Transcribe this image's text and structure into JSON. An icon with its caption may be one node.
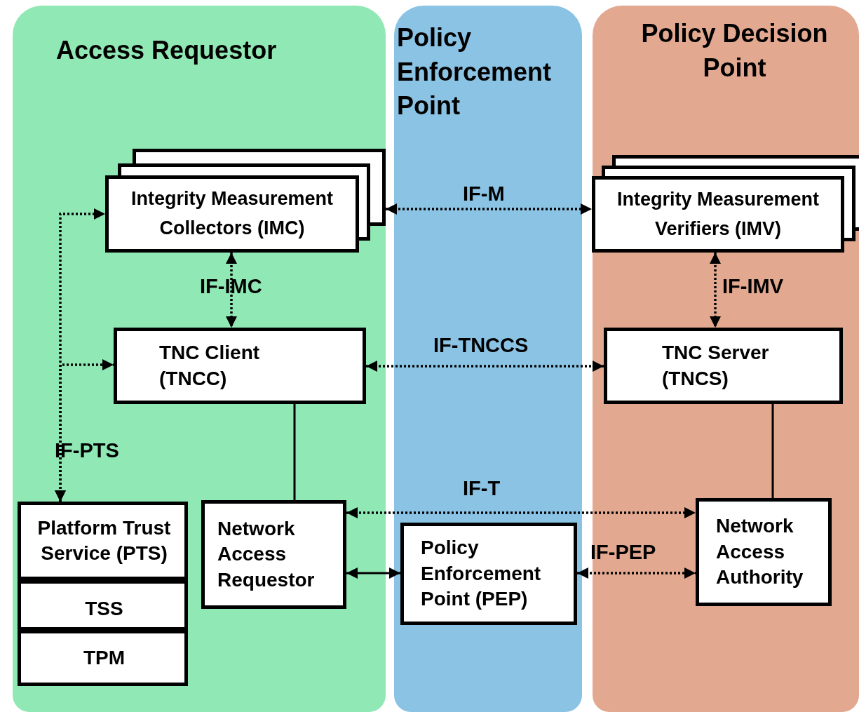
{
  "diagram": {
    "nodes": [
      {
        "text": [
          "Access Requestor"
        ]
      },
      {
        "text": [
          "Policy Enforcement Point"
        ]
      },
      {
        "text": [
          "Policy Decision Point"
        ]
      },
      {
        "text": [
          "Integrity Measurement Collectors (IMC)"
        ],
        "in": 0
      },
      {
        "text": [
          "TNC Client (TNCC)"
        ],
        "in": 0
      },
      {
        "text": [
          "Platform Trust Service (PTS)"
        ],
        "in": 0
      },
      {
        "text": [
          "TSS"
        ],
        "in": 0
      },
      {
        "text": [
          "TPM"
        ],
        "in": 0
      },
      {
        "text": [
          "Network Access Requestor"
        ],
        "in": 0
      },
      {
        "text": [
          "Policy Enforcement Point (PEP)"
        ],
        "in": 1
      },
      {
        "text": [
          "Integrity Measurement Verifiers (IMV)"
        ],
        "in": 2
      },
      {
        "text": [
          "TNC  Server (TNCS)"
        ],
        "in": 2
      },
      {
        "text": [
          "Network Access Authority"
        ],
        "in": 2
      }
    ],
    "edges": [
      {
        "from": 3,
        "to": 10,
        "arrow": "both",
        "label": "IF-M",
        "style": "dashed"
      },
      {
        "from": 3,
        "to": 4,
        "arrow": "both",
        "label": "IF-IMC",
        "style": "dashed"
      },
      {
        "from": 10,
        "to": 11,
        "arrow": "both",
        "label": "IF-IMV",
        "style": "dashed"
      },
      {
        "from": 4,
        "to": 11,
        "arrow": "both",
        "label": "IF-TNCCS",
        "style": "dashed"
      },
      {
        "from": 5,
        "to": 3,
        "arrow": "both",
        "label": "IF-PTS",
        "style": "dashed"
      },
      {
        "from": 5,
        "to": 4,
        "arrow": "both",
        "style": "dashed"
      },
      {
        "from": 4,
        "to": 8,
        "arrow": "none"
      },
      {
        "from": 11,
        "to": 12,
        "arrow": "none"
      },
      {
        "from": 8,
        "to": 12,
        "arrow": "both",
        "label": "IF-T",
        "style": "dashed"
      },
      {
        "from": 8,
        "to": 9,
        "arrow": "both"
      },
      {
        "from": 9,
        "to": 12,
        "arrow": "both",
        "label": "IF-PEP",
        "style": "dashed"
      }
    ]
  }
}
